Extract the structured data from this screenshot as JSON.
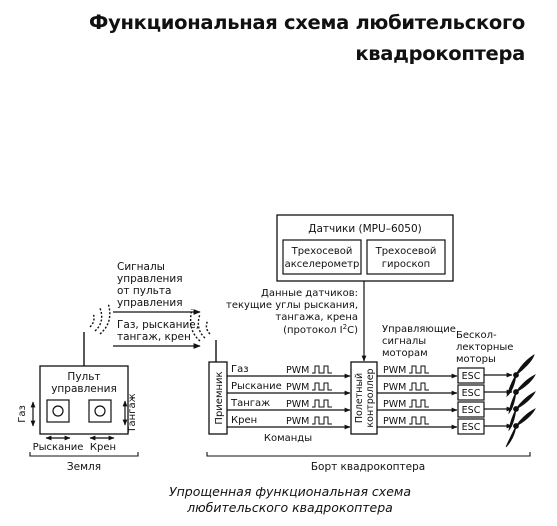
{
  "page_title": {
    "line1": "Функциональная схема любительского",
    "line2": "квадрокоптера"
  },
  "diagram": {
    "signals_label": [
      "Сигналы",
      "управления",
      "от пульта",
      "управления"
    ],
    "channels_label": [
      "Газ, рыскание,",
      "тангаж, крен"
    ],
    "remote": {
      "title": [
        "Пульт",
        "управления"
      ],
      "left_axis": "Газ",
      "right_axis": "Тангаж",
      "bottom_left": "Рыскание",
      "bottom_right": "Крен"
    },
    "ground_label": "Земля",
    "onboard_label": "Борт квадрокоптера",
    "receiver": "Приемник",
    "receiver_channels": [
      "Газ",
      "Рыскание",
      "Тангаж",
      "Крен"
    ],
    "pwm": "PWM",
    "commands_label": "Команды",
    "flight_controller": [
      "Полетный",
      "контроллер"
    ],
    "sensors": {
      "title": "Датчики (MPU–6050)",
      "accel": [
        "Трехосевой",
        "акселерометр"
      ],
      "gyro": [
        "Трехосевой",
        "гироскоп"
      ]
    },
    "sensor_data": [
      "Данные датчиков:",
      "текущие углы рыскания,",
      "тангажа, крена",
      "(протокол I",
      "2",
      "C)"
    ],
    "motor_signals": [
      "Управляющие",
      "сигналы",
      "моторам"
    ],
    "motors_label": [
      "Бескол-",
      "лекторные",
      "моторы"
    ],
    "esc": "ESC"
  },
  "caption": {
    "line1": "Упрощенная функциональная схема",
    "line2": "любительского квадрокоптера"
  }
}
